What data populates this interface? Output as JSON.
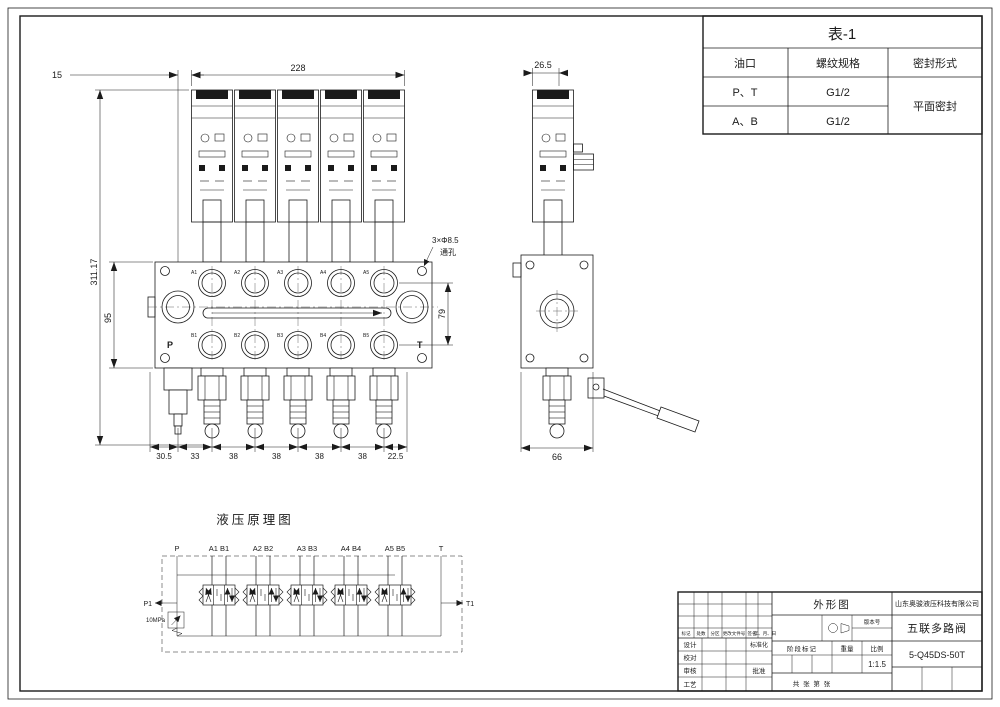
{
  "table": {
    "title": "表-1",
    "headers": [
      "油口",
      "螺纹规格",
      "密封形式"
    ],
    "row1": {
      "port": "P、T",
      "thread": "G1/2"
    },
    "row2": {
      "port": "A、B",
      "thread": "G1/2"
    },
    "seal": "平面密封"
  },
  "front": {
    "dim_top_small": "15",
    "dim_top_width": "228",
    "dim_height_total": "311.17",
    "dim_height_body": "95",
    "dim_port_span": "79",
    "hole_note1": "3×Φ8.5",
    "hole_note2": "通孔",
    "bottom_dims": [
      "30.5",
      "33",
      "38",
      "38",
      "38",
      "38",
      "22.5"
    ],
    "label_p": "P",
    "label_t": "T",
    "ports_a": [
      "A1",
      "A2",
      "A3",
      "A4",
      "A5"
    ],
    "ports_b": [
      "B1",
      "B2",
      "B3",
      "B4",
      "B5"
    ]
  },
  "side": {
    "dim_top": "26.5",
    "dim_bottom": "66"
  },
  "schematic": {
    "title": "液压原理图",
    "top_labels": [
      "P",
      "A1 B1",
      "A2 B2",
      "A3 B3",
      "A4 B4",
      "A5 B5",
      "T"
    ],
    "p1": "P1",
    "t1": "T1",
    "pressure": "10MPa"
  },
  "titleblock": {
    "drawing_type": "外形图",
    "company": "山东奥骏液压科技有限公司",
    "product": "五联多路阀",
    "code": "5-Q45DS-50T",
    "version_label": "版本号",
    "stage_label": "阶段标记",
    "weight_label": "重量",
    "scale_label": "比例",
    "scale_value": "1:1.5",
    "sheets_label": "共 张 第 张",
    "rev_cols": [
      "标记",
      "处数",
      "分区",
      "更改文件号",
      "签名",
      "年、月、日"
    ],
    "sign_rows": [
      "设计",
      "校对",
      "审核",
      "工艺"
    ],
    "std_label": "标准化",
    "approve_label": "批准"
  }
}
